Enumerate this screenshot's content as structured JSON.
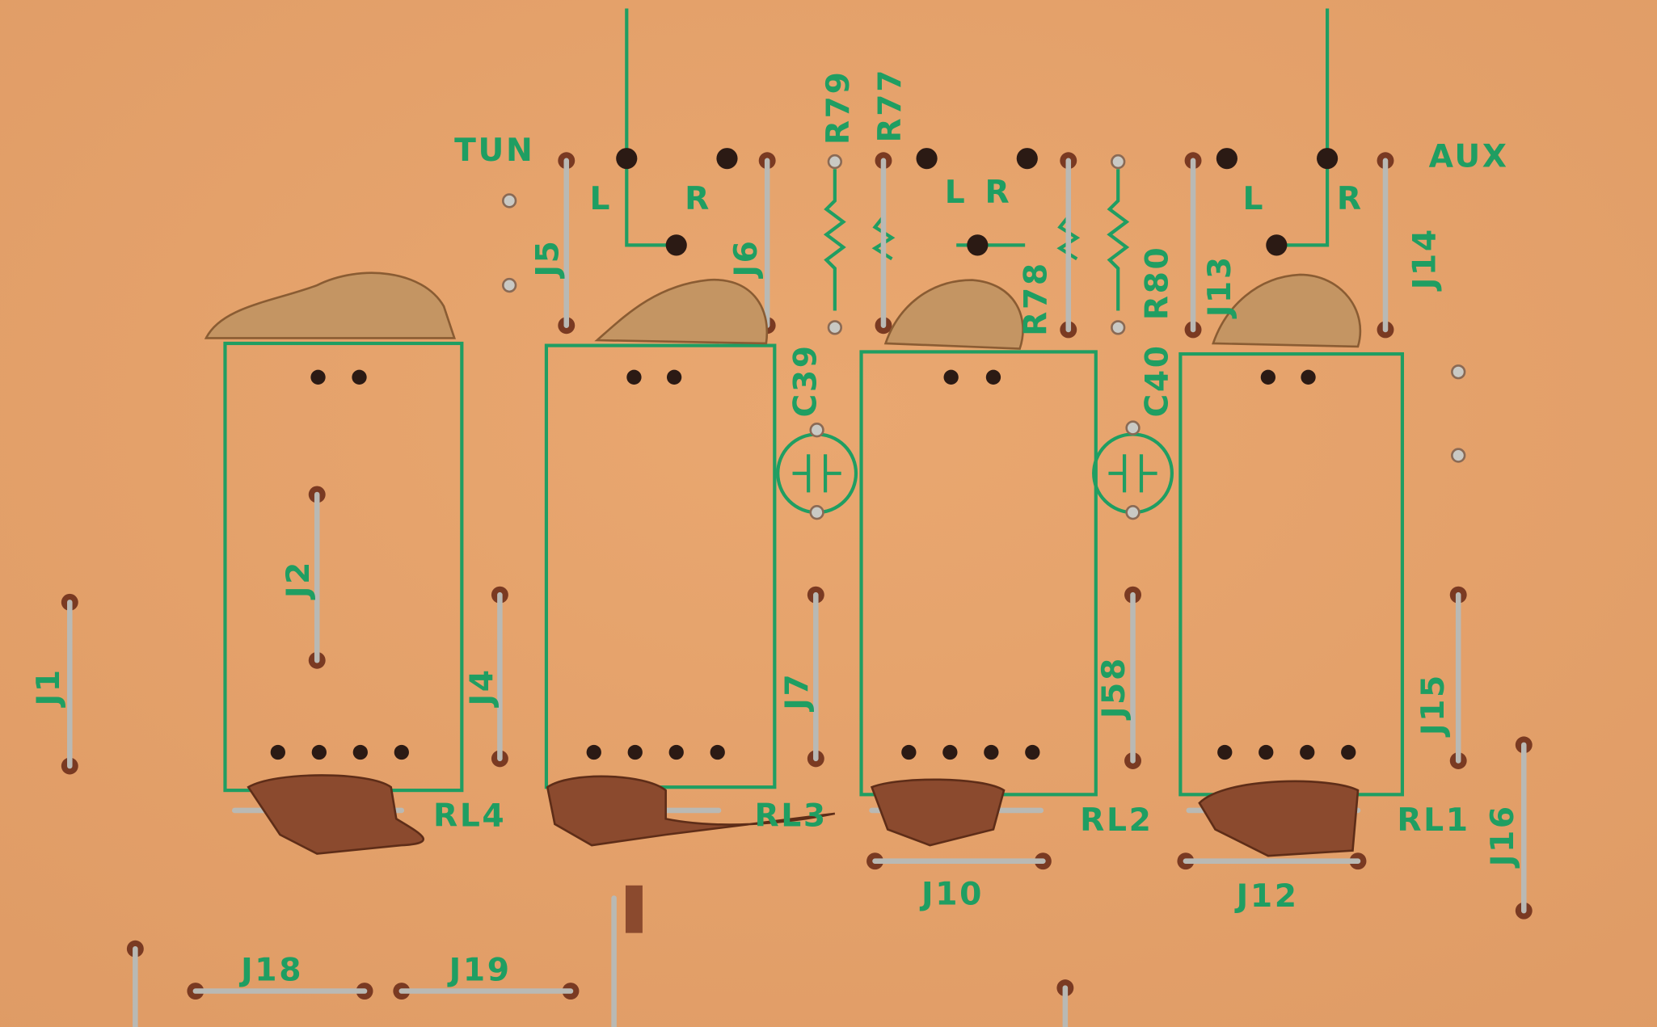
{
  "board": {
    "colors": {
      "substrate": "#e6a36c",
      "silkscreen": "#1f9e62"
    },
    "inputs": {
      "tuner": "TUN",
      "aux": "AUX"
    },
    "channels": {
      "left": "L",
      "right": "R"
    },
    "resistors": [
      "R79",
      "R77",
      "R78",
      "R80"
    ],
    "capacitors": [
      "C39",
      "C40"
    ],
    "relays": [
      "RL4",
      "RL3",
      "RL2",
      "RL1"
    ],
    "jumpers": [
      "J1",
      "J2",
      "J4",
      "J5",
      "J6",
      "J7",
      "J58",
      "J13",
      "J14",
      "J15",
      "J16",
      "J10",
      "J12",
      "J18",
      "J19"
    ]
  }
}
